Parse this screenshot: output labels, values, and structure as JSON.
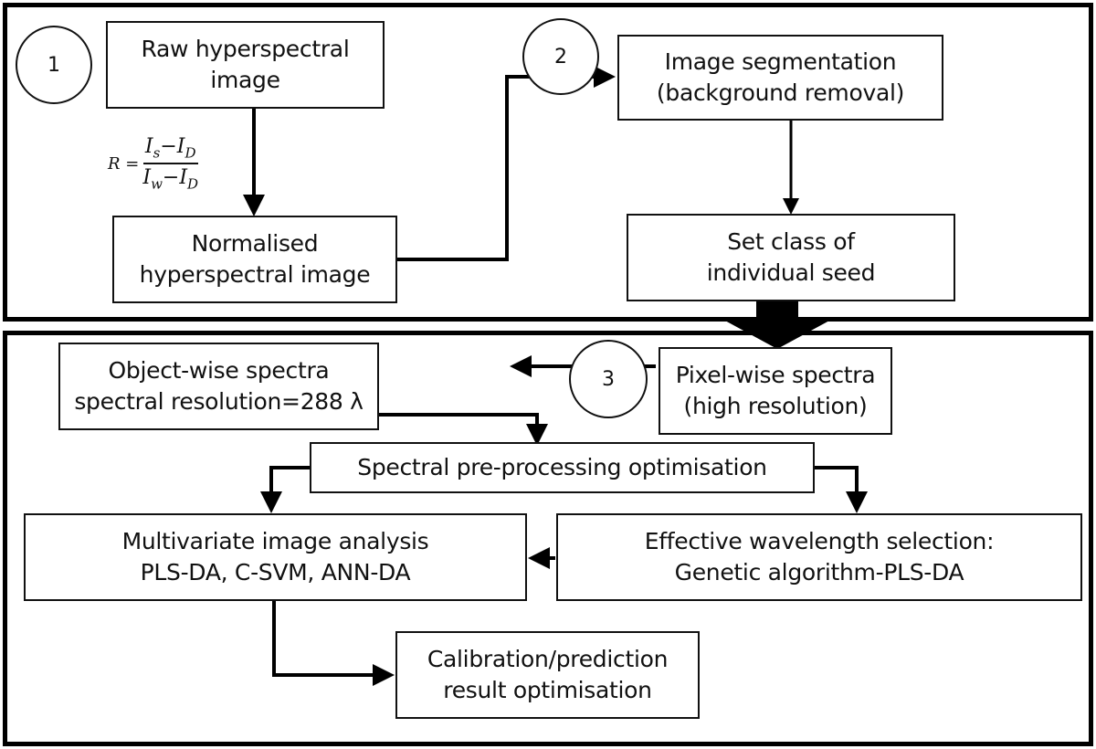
{
  "diagram": {
    "stages": [
      {
        "id": "1",
        "label": "1"
      },
      {
        "id": "2",
        "label": "2"
      },
      {
        "id": "3",
        "label": "3"
      }
    ],
    "boxes": {
      "raw": {
        "line1": "Raw hyperspectral",
        "line2": "image"
      },
      "normalised": {
        "line1": "Normalised",
        "line2": "hyperspectral  image"
      },
      "segmentation": {
        "line1": "Image segmentation",
        "line2": "(background removal)"
      },
      "set_class": {
        "line1": "Set class of",
        "line2": "individual seed"
      },
      "object_wise": {
        "line1": "Object-wise spectra",
        "line2": "spectral resolution=288 λ"
      },
      "pixel_wise": {
        "line1": "Pixel-wise spectra",
        "line2": "(high resolution)"
      },
      "preprocessing": {
        "line1": "Spectral pre-processing optimisation"
      },
      "multivariate": {
        "line1": "Multivariate image analysis",
        "line2": "PLS-DA, C-SVM, ANN-DA"
      },
      "wavelength": {
        "line1": "Effective wavelength selection:",
        "line2": "Genetic algorithm-PLS-DA"
      },
      "calibration": {
        "line1": "Calibration/prediction",
        "line2": "result optimisation"
      }
    },
    "formula": {
      "lhs": "R =",
      "num_a": "I",
      "num_a_sub": "s",
      "num_op": "−",
      "num_b": "I",
      "num_b_sub": "D",
      "den_a": "I",
      "den_a_sub": "w",
      "den_op": "−",
      "den_b": "I",
      "den_b_sub": "D"
    }
  }
}
